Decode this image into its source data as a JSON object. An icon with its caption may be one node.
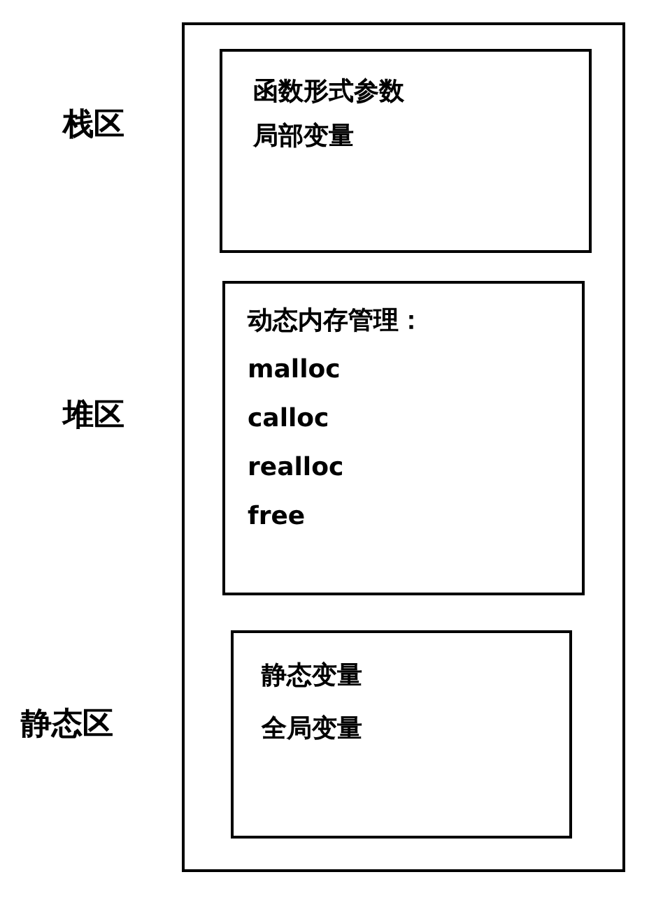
{
  "diagram": {
    "nodes": [
      {
        "text": [],
        "shape": "box"
      },
      {
        "text": [
          "函数形式参数",
          "局部变量"
        ],
        "in": 0
      },
      {
        "text": [
          "动态内存管理：",
          "malloc",
          "calloc",
          "realloc",
          "free"
        ],
        "in": 0
      },
      {
        "text": [
          "静态变量",
          "全局变量"
        ],
        "in": 0
      }
    ],
    "edges": [],
    "labels": [
      "栈区",
      "堆区",
      "静态区"
    ]
  }
}
